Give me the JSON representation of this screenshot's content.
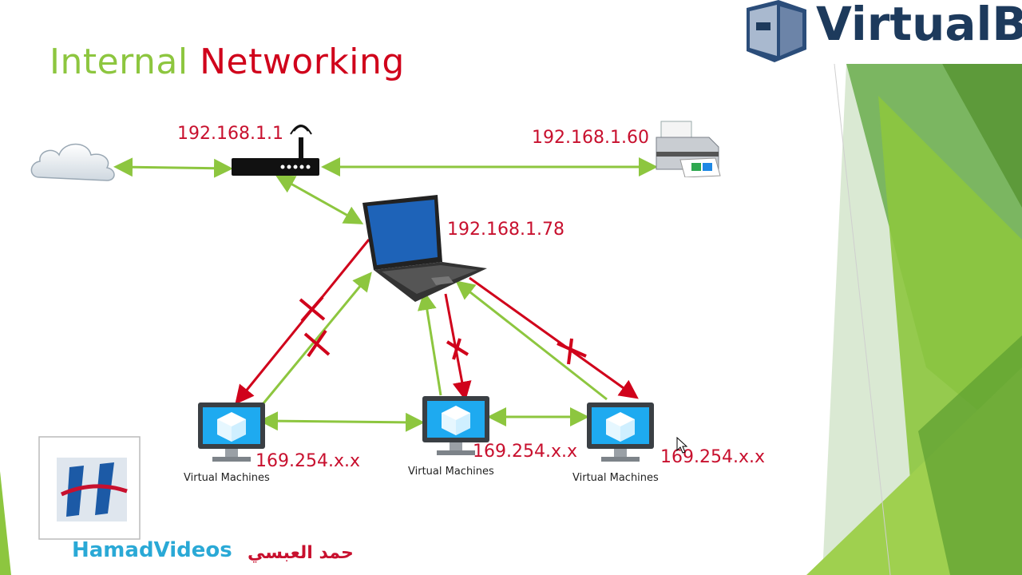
{
  "title": {
    "word1": "Internal",
    "word2": "Networking"
  },
  "brand": {
    "logo_text": "VirtualBo"
  },
  "devices": {
    "router_ip": "192.168.1.1",
    "printer_ip": "192.168.1.60",
    "laptop_ip": "192.168.1.78"
  },
  "vms": [
    {
      "ip": "169.254.x.x",
      "label": "Virtual Machines"
    },
    {
      "ip": "169.254.x.x",
      "label": "Virtual Machines"
    },
    {
      "ip": "169.254.x.x",
      "label": "Virtual Machines"
    }
  ],
  "footer": {
    "channel": "HamadVideos",
    "arabic": "حمد العبسي"
  },
  "colors": {
    "green_link": "#8dc63f",
    "red_link": "#d0021b",
    "title_green": "#8dc63f",
    "title_red": "#d0021b"
  }
}
